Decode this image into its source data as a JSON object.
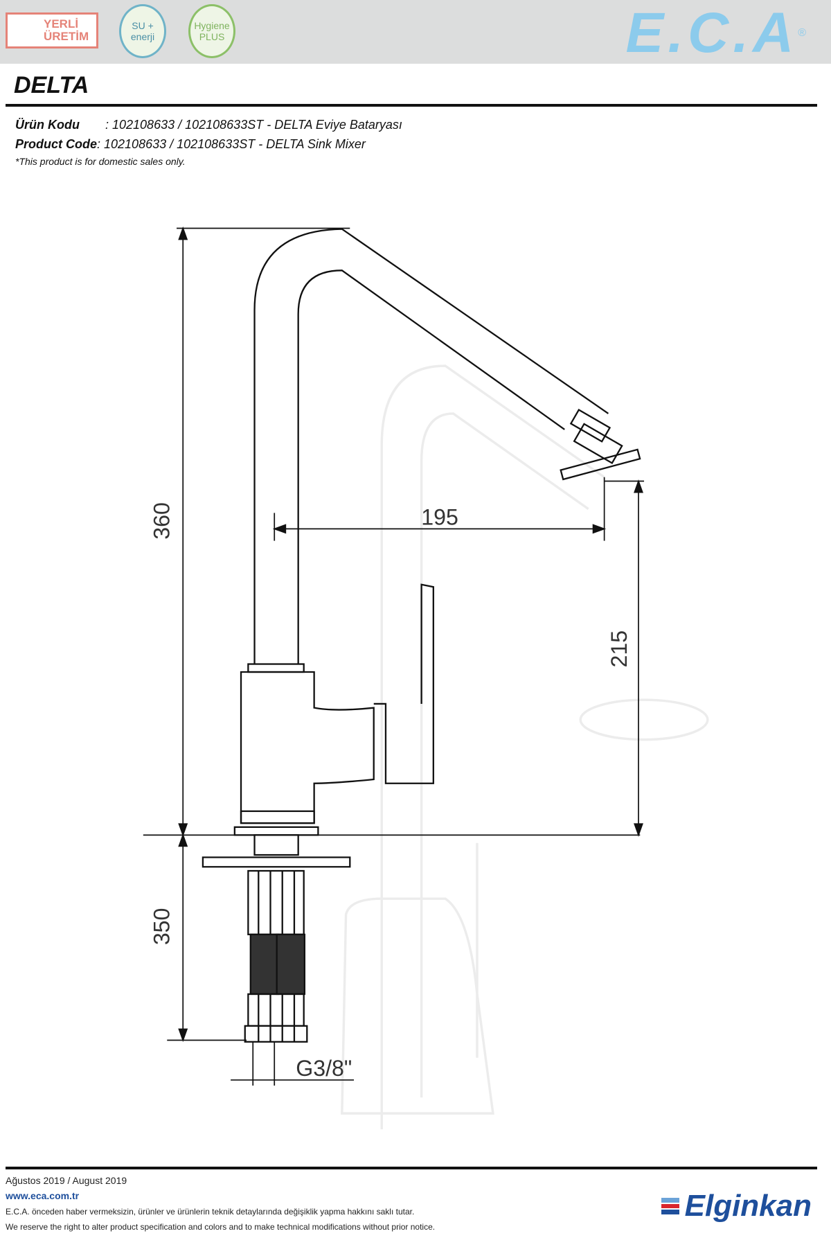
{
  "header": {
    "badge_yerli": "YERLİ ÜRETİM",
    "badge_su": "SU + enerji",
    "badge_hygiene": "Hygiene PLUS",
    "brand": "E.C.A",
    "registered": "®"
  },
  "title": "DELTA",
  "info": {
    "tr_label": "Ürün Kodu",
    "tr_value": ": 102108633 / 102108633ST - DELTA Eviye Bataryası",
    "en_label": "Product Code",
    "en_value": ": 102108633 / 102108633ST - DELTA Sink Mixer",
    "note": "*This product is for domestic sales only."
  },
  "dimensions": {
    "total_height": "360",
    "spout_reach": "195",
    "spout_height": "215",
    "under_length": "350",
    "connection": "G3/8\""
  },
  "footer": {
    "date": "Ağustos 2019 / August 2019",
    "url": "www.eca.com.tr",
    "disclaimer_tr": "E.C.A. önceden haber vermeksizin, ürünler ve ürünlerin teknik detaylarında değişiklik yapma hakkını saklı tutar.",
    "disclaimer_en": "We reserve the right to alter product specification and colors and to make technical modifications without prior notice.",
    "partner": "Elginkan"
  },
  "colors": {
    "eca_blue": "#8ccbec",
    "header_bg": "#dcdddd",
    "yerli_red": "#e58378",
    "elginkan_blue": "#1e4f9c"
  }
}
